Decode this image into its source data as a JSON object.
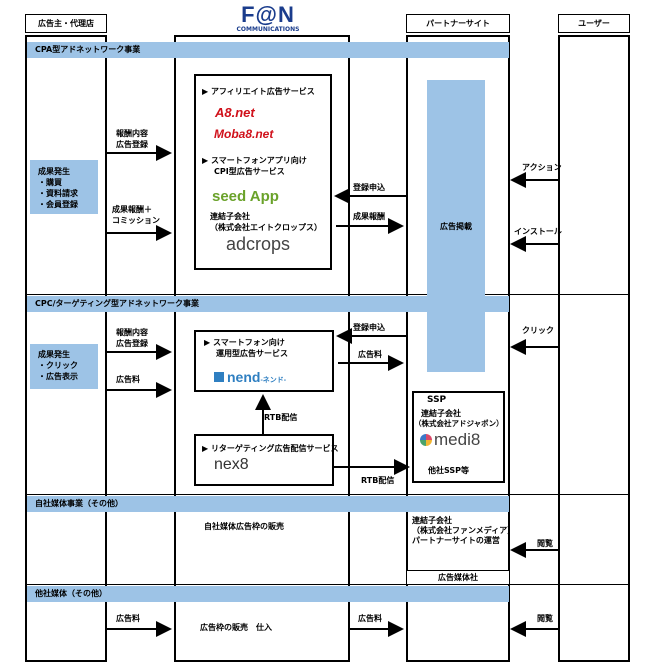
{
  "headers": {
    "advertiser": "広告主・代理店",
    "fan_logo": "F@N",
    "fan_sub": "COMMUNICATIONS",
    "partner": "パートナーサイト",
    "user": "ユーザー"
  },
  "bands": {
    "cpa": "CPA型アドネットワーク事業",
    "cpc": "CPC/ターゲティング型アドネットワーク事業",
    "own": "自社媒体事業（その他）",
    "other": "他社媒体（その他）"
  },
  "cpa": {
    "adv_box": [
      "成果発生",
      "・購買",
      "・資料請求",
      "・会員登録"
    ],
    "arrow1": [
      "報酬内容",
      "広告登録"
    ],
    "arrow2": [
      "成果報酬＋",
      "コミッション"
    ],
    "affiliate_title": "アフィリエイト広告サービス",
    "a8": "A8.net",
    "moba8": "Moba8.net",
    "smartphone_title": [
      "スマートフォンアプリ向け",
      "CPI型広告サービス"
    ],
    "seedapp": "seed App",
    "subsidiary": [
      "連結子会社",
      "（株式会社エイトクロップス）"
    ],
    "adcrops": "adcrops",
    "signup": "登録申込",
    "reward": "成果報酬",
    "ad_post": "広告掲載",
    "action": "アクション",
    "install": "インストール"
  },
  "cpc": {
    "adv_box": [
      "成果発生",
      "・クリック",
      "・広告表示"
    ],
    "arrow1": [
      "報酬内容",
      "広告登録"
    ],
    "arrow2": "広告料",
    "nend_title": [
      "スマートフォン向け",
      "運用型広告サービス"
    ],
    "nend": "nend",
    "nend_sub": "-ネンド-",
    "rtb1": "RTB配信",
    "nex8_title": "リターゲティング広告配信サービス",
    "nex8": "nex8",
    "signup": "登録申込",
    "adfee": "広告料",
    "rtb2": "RTB配信",
    "ssp_title": "SSP",
    "ssp_sub": [
      "連結子会社",
      "（株式会社アドジャポン）"
    ],
    "medi8": "medi8",
    "ssp_other": "他社SSP等",
    "click": "クリック"
  },
  "own": {
    "sale": "自社媒体広告枠の販売",
    "subsidiary": [
      "連結子会社",
      "（株式会社ファンメディア）",
      "パートナーサイトの運営"
    ],
    "view": "閲覧"
  },
  "other": {
    "partner_label": "広告媒体社",
    "adfee1": "広告料",
    "sale": "広告枠の販売　仕入",
    "adfee2": "広告料",
    "view": "閲覧"
  },
  "colors": {
    "band": "#9dc3e6",
    "a8": "#d0101a",
    "moba8": "#d0101a",
    "seed": "#6aa22a",
    "nend": "#2f7fc1",
    "nex8": "#333333",
    "medi8": "#444444"
  }
}
